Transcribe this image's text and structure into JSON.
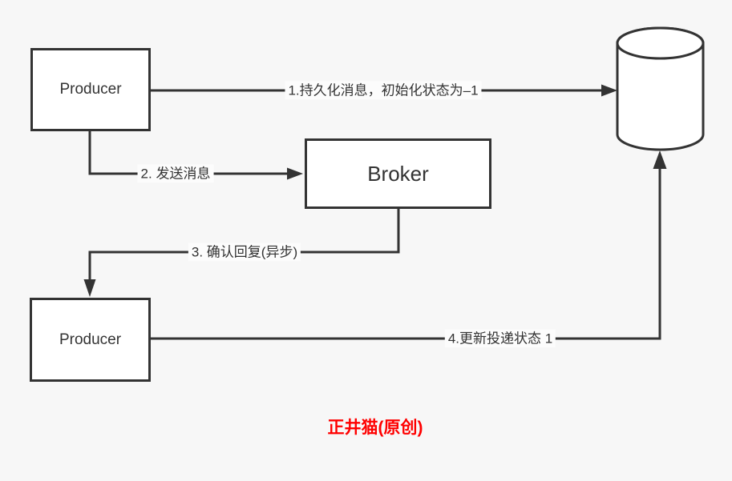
{
  "diagram": {
    "background_color": "#f7f7f7",
    "stroke_color": "#333333",
    "node_fill_color": "#ffffff",
    "caption_color": "#ff0000",
    "nodes": {
      "producer_top": {
        "label": "Producer",
        "shape": "rectangle"
      },
      "broker": {
        "label": "Broker",
        "shape": "rectangle"
      },
      "producer_bottom": {
        "label": "Producer",
        "shape": "rectangle"
      },
      "database": {
        "label": "",
        "shape": "cylinder"
      }
    },
    "edges": [
      {
        "label": "1.持久化消息，初始化状态为–1",
        "from": "producer_top",
        "to": "database"
      },
      {
        "label": "2. 发送消息",
        "from": "producer_top",
        "to": "broker"
      },
      {
        "label": "3. 确认回复(异步)",
        "from": "broker",
        "to": "producer_bottom"
      },
      {
        "label": "4.更新投递状态 1",
        "from": "producer_bottom",
        "to": "database"
      }
    ],
    "caption": "正井猫(原创)"
  }
}
